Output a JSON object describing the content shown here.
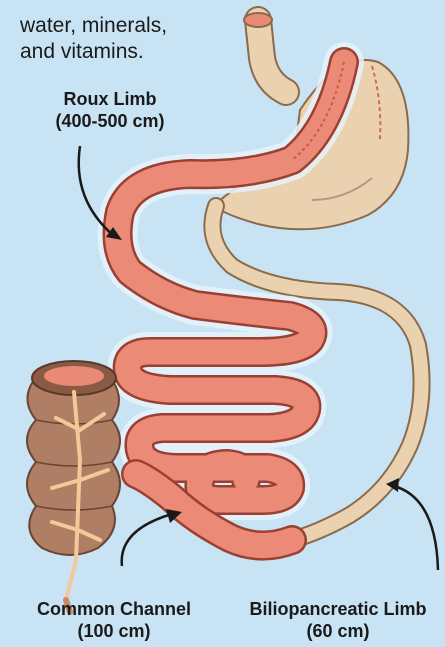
{
  "intro_lines": [
    "water, minerals,",
    "and vitamins."
  ],
  "labels": {
    "roux_limb": {
      "name": "Roux Limb",
      "length": "(400-500 cm)"
    },
    "common_channel": {
      "name": "Common Channel",
      "length": "(100 cm)"
    },
    "biliopancreatic_limb": {
      "name": "Biliopancreatic Limb",
      "length": "(60 cm)"
    }
  },
  "colors": {
    "background": "#c8e4f4",
    "roux_limb": "#ec8a78",
    "stomach": "#ead2b0",
    "large_intestine": "#b07e64"
  }
}
